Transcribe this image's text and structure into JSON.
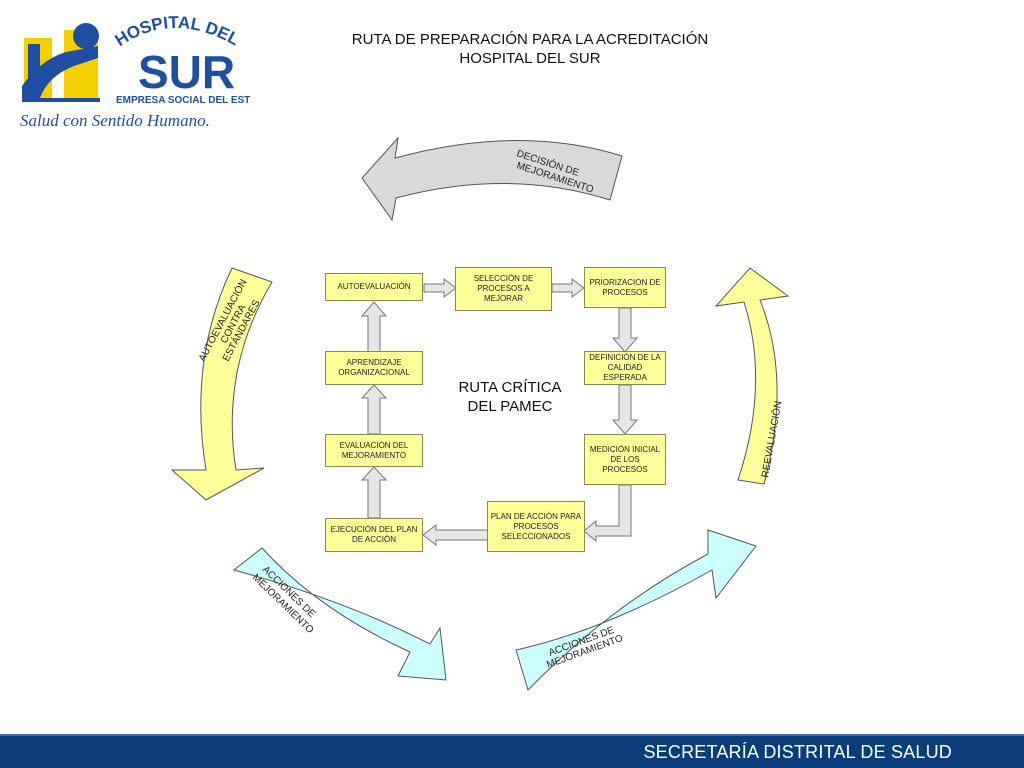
{
  "header": {
    "title_line1": "RUTA DE PREPARACIÓN PARA LA ACREDITACIÓN",
    "title_line2": "HOSPITAL DEL SUR"
  },
  "logo": {
    "hospital_del": "HOSPITAL DEL",
    "sur": "SUR",
    "empresa": "EMPRESA SOCIAL DEL ESTADO",
    "slogan": "Salud con Sentido Humano."
  },
  "center": {
    "line1": "RUTA CRÍTICA",
    "line2": "DEL PAMEC"
  },
  "boxes": {
    "autoevaluacion": "AUTOEVALUACIÓN",
    "seleccion": "SELECCIÓN DE PROCESOS A MEJORAR",
    "priorizacion": "PRIORIZACION DE PROCESOS",
    "definicion": "DEFINICIÓN DE LA CALIDAD ESPERADA",
    "medicion": "MEDICIÓN INICIAL DE LOS PROCESOS",
    "plan": "PLAN DE ACCIÓN PARA PROCESOS SELECCIONADOS",
    "ejecucion": "EJECUCIÓN DEL PLAN DE ACCIÓN",
    "evaluacion": "EVALUACIÓN DEL MEJORAMIENTO",
    "aprendizaje": "APRENDIZAJE ORGANIZACIONAL"
  },
  "outer_arrows": {
    "decision_1": "DECISIÓN DE",
    "decision_2": "MEJORAMIENTO",
    "autoeval_1": "AUTOEVALUACIÓN",
    "autoeval_2": "CONTRA",
    "autoeval_3": "ESTÁNDARES",
    "reevaluacion": "REEVALUACIÓN",
    "acciones_left_1": "ACCIONES DE",
    "acciones_left_2": "MEJORAMIENTO",
    "acciones_right_1": "ACCIONES DE",
    "acciones_right_2": "MEJORAMIENTO"
  },
  "footer": {
    "text": "SECRETARÍA DISTRITAL DE SALUD"
  },
  "colors": {
    "box_fill": "#ffff99",
    "arrow_gray": "#d9d9d9",
    "arrow_yellow": "#ffff99",
    "arrow_cyan": "#ccffff",
    "footer_blue": "#0a3d7a",
    "logo_blue": "#1e4fa3",
    "logo_yellow": "#f5d000"
  }
}
